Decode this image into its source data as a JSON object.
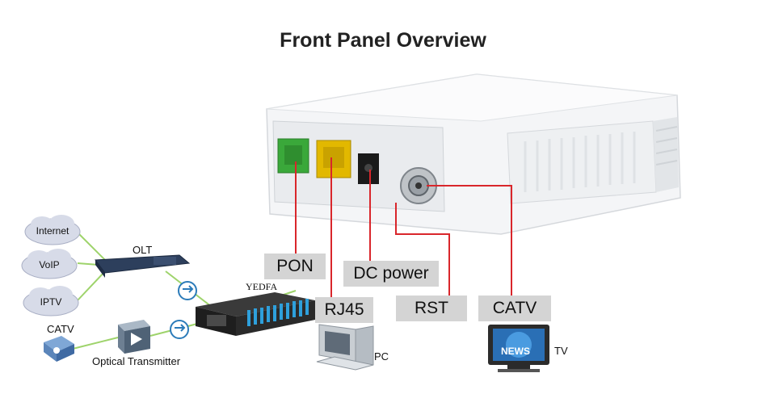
{
  "title": "Front Panel Overview",
  "ports": {
    "pon": "PON",
    "dc_power": "DC power",
    "rj45": "RJ45",
    "rst": "RST",
    "catv": "CATV"
  },
  "network": {
    "internet": "Internet",
    "voip": "VoIP",
    "iptv": "IPTV",
    "catv": "CATV",
    "olt": "OLT",
    "yedfa": "YEDFA",
    "optical_transmitter": "Optical Transmitter",
    "pc": "PC",
    "tv": "TV",
    "news": "NEWS"
  },
  "colors": {
    "wire": "#d9262b",
    "green_link": "#9ed36b",
    "label_bg": "#d4d4d4",
    "pon_port": "#3aa83a",
    "lan_port": "#e2b800"
  }
}
